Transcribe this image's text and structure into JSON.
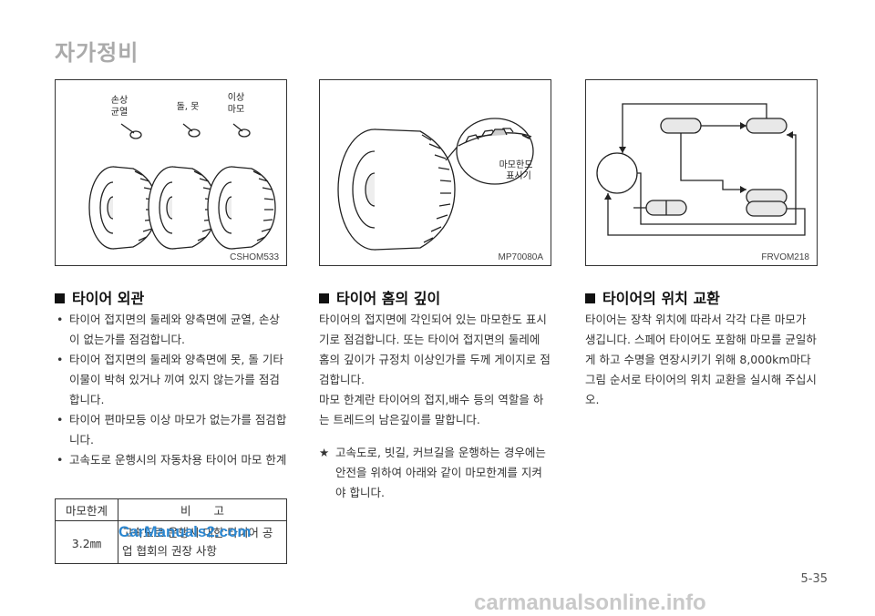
{
  "page_title": "자가정비",
  "figures": [
    {
      "code": "CSHOM533",
      "labels": {
        "cut": "손상\n균열",
        "stone": "돌, 못",
        "wear": "이상\n마모"
      }
    },
    {
      "code": "MP70080A",
      "labels": {
        "indicator": "마모한도\n표시기"
      }
    },
    {
      "code": "FRVOM218"
    }
  ],
  "col1": {
    "heading": "타이어 외관",
    "bullets": [
      "타이어 접지면의 둘레와 양측면에 균열, 손상이 없는가를 점검합니다.",
      "타이어 접지면의 둘레와 양측면에 못, 돌 기타 이물이 박혀 있거나 끼여 있지 않는가를 점검합니다.",
      "타이어 편마모등 이상 마모가 없는가를 점검합니다.",
      "고속도로 운행시의 자동차용 타이어 마모 한계"
    ],
    "table": {
      "headers": [
        "마모한계",
        "비　　고"
      ],
      "row": {
        "value": "3.2㎜",
        "note": "고속도로 운행시 대한 타이어 공업 협회의 권장 사항"
      }
    }
  },
  "col2": {
    "heading": "타이어 홈의 깊이",
    "paragraphs": [
      "타이어의 접지면에 각인되어 있는 마모한도 표시기로 점검합니다. 또는 타이어 접지면의 둘레에 홈의 깊이가 규정치 이상인가를 두께 게이지로 점검합니다.",
      "마모 한계란 타이어의 접지,배수 등의 역할을 하는 트레드의 남은깊이를 말합니다."
    ],
    "star": "★",
    "note": "고속도로, 빗길, 커브길을 운행하는 경우에는 안전을 위하여 아래와 같이 마모한계를 지켜야 합니다."
  },
  "col3": {
    "heading": "타이어의 위치 교환",
    "paragraph": "타이어는 장착 위치에 따라서 각각 다른 마모가 생깁니다. 스페어 타이어도 포함해 마모를 균일하게 하고 수명을 연장시키기 위해 8,000km마다 그림 순서로 타이어의 위치 교환을 실시해 주십시오."
  },
  "watermark_left": "CarManuals2.com",
  "watermark_bottom": "carmanualsonline.info",
  "page_number": "5-35"
}
